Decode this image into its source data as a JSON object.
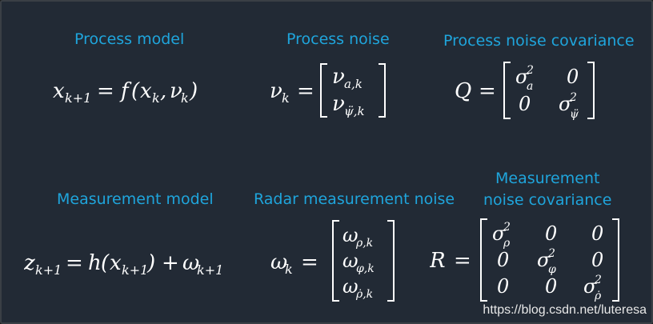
{
  "labels": {
    "process_model": "Process model",
    "process_noise": "Process noise",
    "process_noise_covariance": "Process noise covariance",
    "measurement_model": "Measurement model",
    "radar_measurement_noise": "Radar measurement noise",
    "measurement_noise_covariance_line1": "Measurement",
    "measurement_noise_covariance_line2": "noise covariance"
  },
  "watermark": "https://blog.csdn.net/luteresa",
  "colors": {
    "background": "#222a35",
    "label": "#1fa5dc",
    "math": "#ffffff",
    "watermark": "#e8e8e8"
  }
}
